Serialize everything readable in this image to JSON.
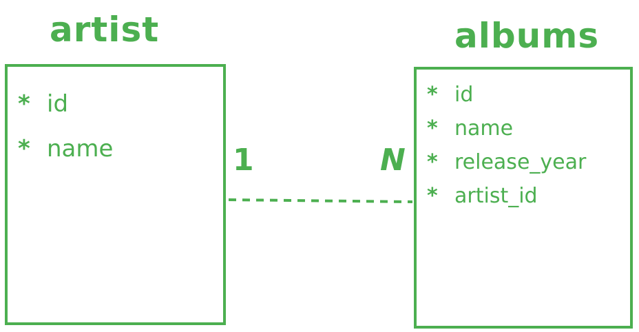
{
  "entities": {
    "artist": {
      "title": "artist",
      "fields": [
        "id",
        "name"
      ]
    },
    "albums": {
      "title": "albums",
      "fields": [
        "id",
        "name",
        "release_year",
        "artist_id"
      ]
    }
  },
  "relationship": {
    "from_cardinality": "1",
    "to_cardinality": "N",
    "line_style": "dashed"
  },
  "field_marker": "*",
  "colors": {
    "stroke": "#4CAF50",
    "background": "#ffffff"
  }
}
